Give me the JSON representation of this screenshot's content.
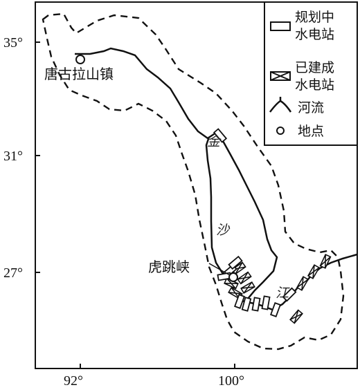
{
  "map": {
    "axes": {
      "lat_labels": [
        "35°",
        "31°",
        "27°"
      ],
      "lon_labels": [
        "92°",
        "100°"
      ]
    },
    "places": {
      "tanggula": "唐古拉山镇",
      "hutiaoxia": "虎跳峡"
    },
    "river_chars": [
      "金",
      "沙",
      "江"
    ]
  },
  "legend": {
    "planned_line1": "规划中",
    "planned_line2": "水电站",
    "built_line1": "已建成",
    "built_line2": "水电站",
    "river": "河流",
    "place": "地点"
  }
}
